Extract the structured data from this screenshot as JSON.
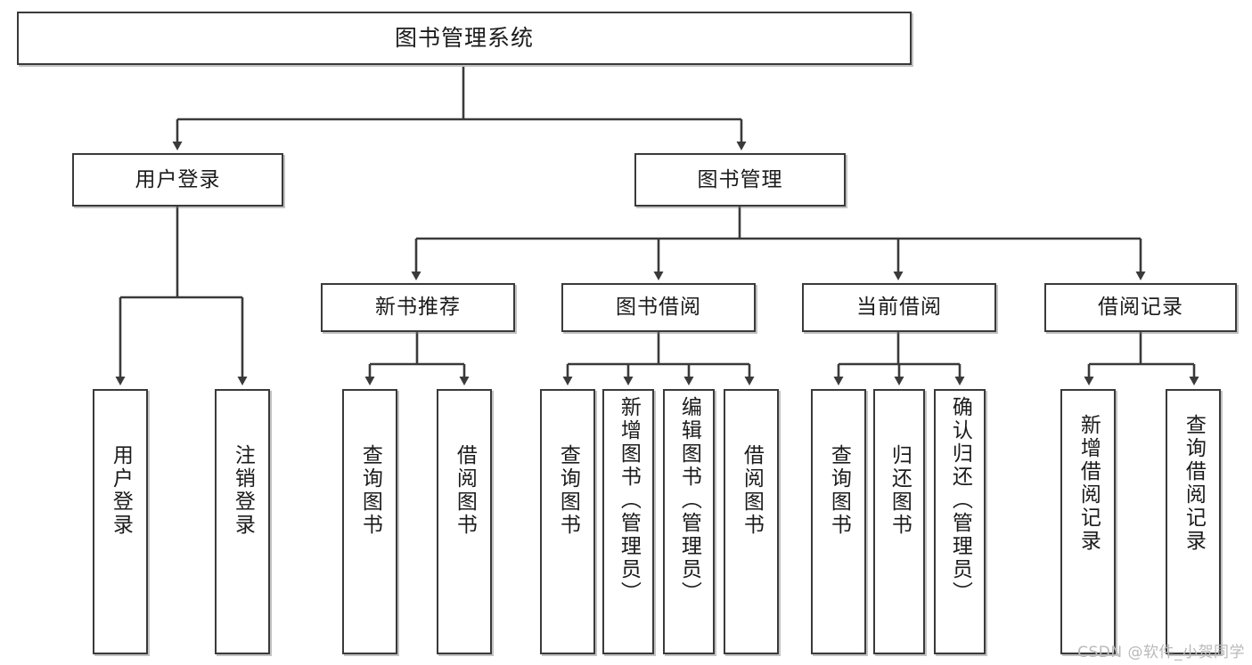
{
  "diagram": {
    "title": "图书管理系统",
    "type": "hierarchy-tree",
    "levels": 4,
    "colors": {
      "box_border": "#3a3a3a",
      "box_fill": "#ffffff",
      "connector": "#3a3a3a",
      "text": "#1b1b1b",
      "watermark": "#b9b9b9",
      "background": "#ffffff"
    }
  },
  "root": {
    "label": "图书管理系统"
  },
  "level2": [
    {
      "id": "user-login",
      "label": "用户登录"
    },
    {
      "id": "book-management",
      "label": "图书管理"
    }
  ],
  "level3": [
    {
      "id": "new-book-recommend",
      "label": "新书推荐"
    },
    {
      "id": "book-borrow",
      "label": "图书借阅"
    },
    {
      "id": "current-borrow",
      "label": "当前借阅"
    },
    {
      "id": "borrow-record",
      "label": "借阅记录"
    }
  ],
  "leaves": {
    "user_login": [
      {
        "id": "leaf-user-login",
        "label": "用户登录"
      },
      {
        "id": "leaf-user-logout",
        "label": "注销登录"
      }
    ],
    "new_book_recommend": [
      {
        "id": "leaf-query-book-1",
        "label": "查询图书"
      },
      {
        "id": "leaf-borrow-book-1",
        "label": "借阅图书"
      }
    ],
    "book_borrow": [
      {
        "id": "leaf-query-book-2",
        "label": "查询图书"
      },
      {
        "id": "leaf-add-book",
        "label": "新增图书（管理员）"
      },
      {
        "id": "leaf-edit-book",
        "label": "编辑图书（管理员）"
      },
      {
        "id": "leaf-borrow-book-2",
        "label": "借阅图书"
      }
    ],
    "current_borrow": [
      {
        "id": "leaf-query-book-3",
        "label": "查询图书"
      },
      {
        "id": "leaf-return-book",
        "label": "归还图书"
      },
      {
        "id": "leaf-confirm-return",
        "label": "确认归还（管理员）"
      }
    ],
    "borrow_record": [
      {
        "id": "leaf-add-record",
        "label": "新增借阅记录"
      },
      {
        "id": "leaf-query-record",
        "label": "查询借阅记录"
      }
    ]
  },
  "watermark": {
    "text": "CSDN @软件_小贺同学"
  }
}
